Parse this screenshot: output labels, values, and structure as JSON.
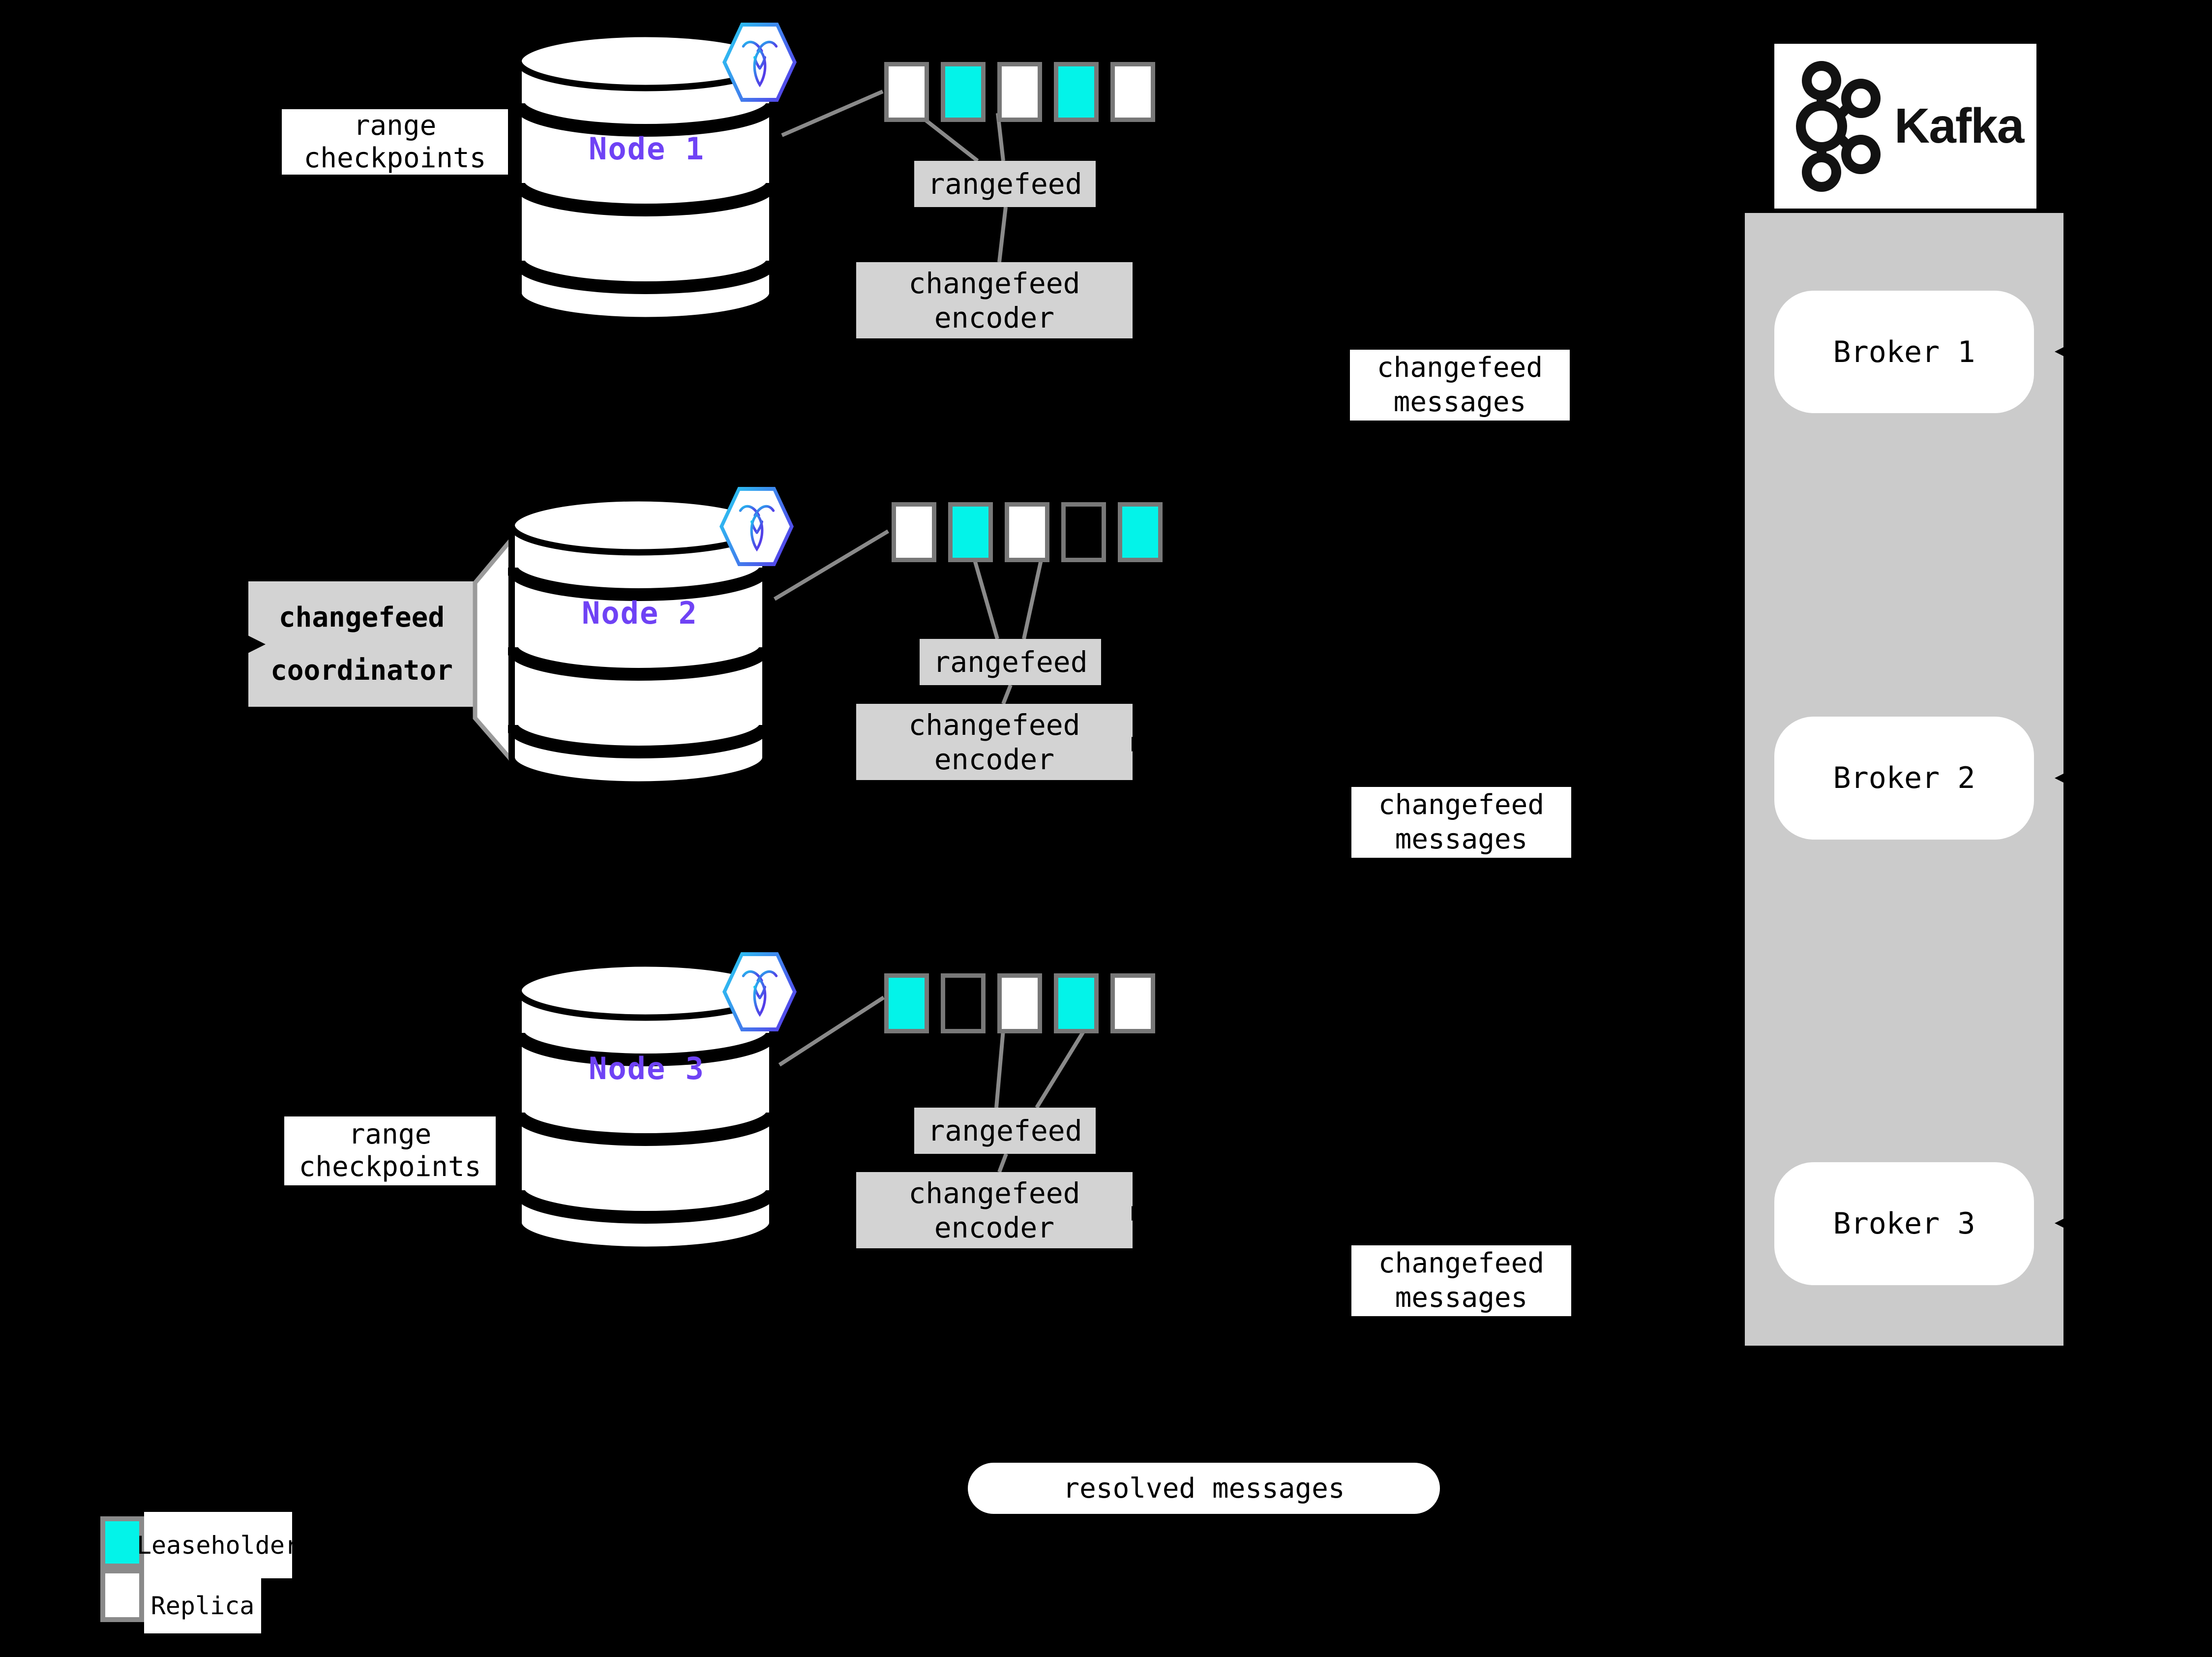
{
  "colors": {
    "background": "#000000",
    "leaseholder": "#03F3E9",
    "replica": "#FFFFFF",
    "box_gray": "#D3D3D3",
    "panel_gray": "#CBCBCB",
    "line_gray": "#8A8A8A",
    "square_border": "#787878",
    "node_purple": "#6F42F5",
    "hex_cyan": "#25D4F2",
    "hex_purple": "#5B2FE8"
  },
  "labels": {
    "range_checkpoints": "range checkpoints",
    "changefeed_coordinator": "changefeed coordinator",
    "rangefeed": "rangefeed",
    "changefeed_encoder": "changefeed encoder",
    "changefeed_messages": "changefeed messages",
    "resolved_messages": "resolved messages"
  },
  "nodes": [
    {
      "label": "Node 1",
      "ranges": [
        "replica",
        "leaseholder",
        "replica",
        "leaseholder",
        "replica"
      ]
    },
    {
      "label": "Node 2",
      "ranges": [
        "replica",
        "leaseholder",
        "replica",
        "empty",
        "leaseholder"
      ]
    },
    {
      "label": "Node 3",
      "ranges": [
        "leaseholder",
        "empty",
        "replica",
        "leaseholder",
        "replica"
      ]
    }
  ],
  "kafka": {
    "name": "Kafka",
    "brokers": [
      {
        "label": "Broker 1"
      },
      {
        "label": "Broker 2"
      },
      {
        "label": "Broker 3"
      }
    ]
  },
  "legend": [
    {
      "label": "Leaseholder",
      "type": "leaseholder"
    },
    {
      "label": "Replica",
      "type": "replica"
    }
  ]
}
